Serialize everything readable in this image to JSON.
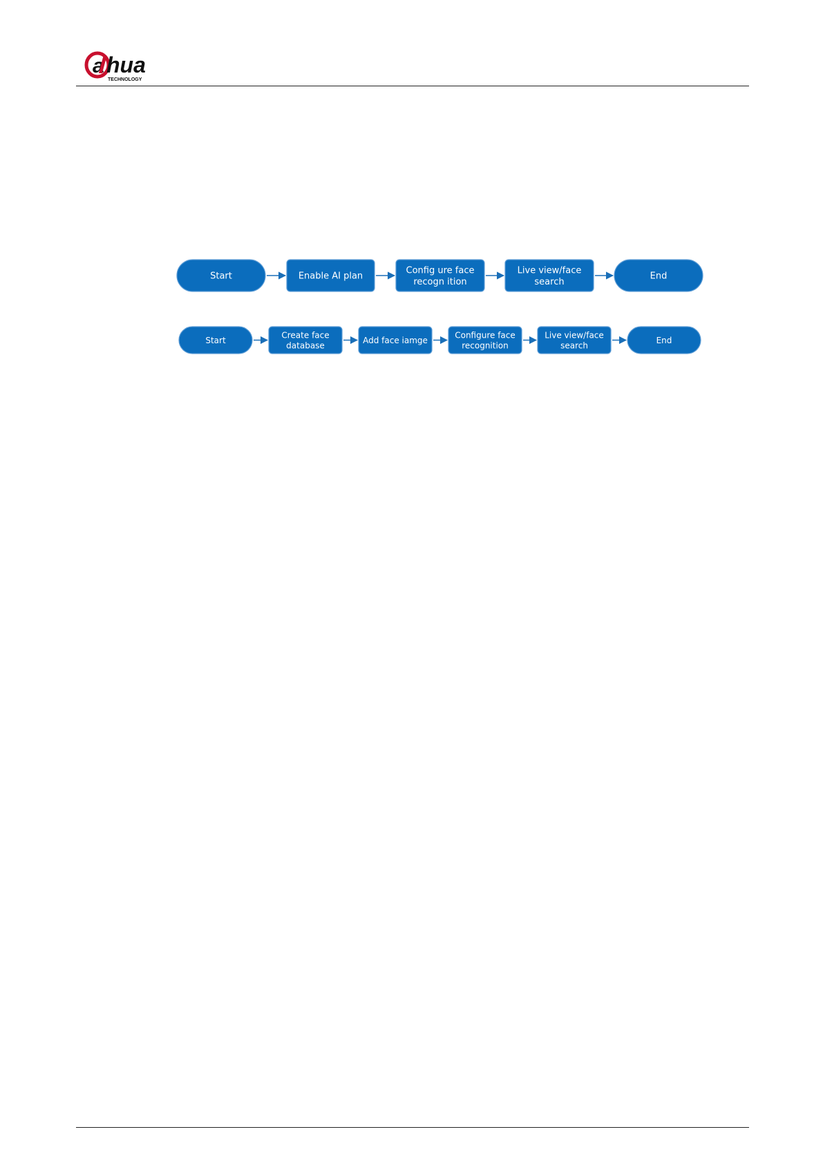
{
  "header": {
    "logo_text": "alhua",
    "logo_tagline": "TECHNOLOGY",
    "logo_colors": {
      "mark": "#c8102e",
      "text": "#111111"
    }
  },
  "flowchart_colors": {
    "node_fill": "#0b6dbd",
    "node_stroke": "#5b9bd5",
    "arrow": "#1a6fb8"
  },
  "flowchart_1": {
    "nodes": [
      {
        "label_lines": [
          "Start"
        ]
      },
      {
        "label_lines": [
          "Enable AI plan"
        ]
      },
      {
        "label_lines": [
          "Config ure face",
          "recogn ition"
        ]
      },
      {
        "label_lines": [
          "Live view/face",
          "search"
        ]
      },
      {
        "label_lines": [
          "End"
        ]
      }
    ]
  },
  "flowchart_2": {
    "nodes": [
      {
        "label_lines": [
          "Start"
        ]
      },
      {
        "label_lines": [
          "Create face",
          "database"
        ]
      },
      {
        "label_lines": [
          "Add face iamge"
        ]
      },
      {
        "label_lines": [
          "Configure face",
          "recognition"
        ]
      },
      {
        "label_lines": [
          "Live view/face",
          "search"
        ]
      },
      {
        "label_lines": [
          "End"
        ]
      }
    ]
  }
}
